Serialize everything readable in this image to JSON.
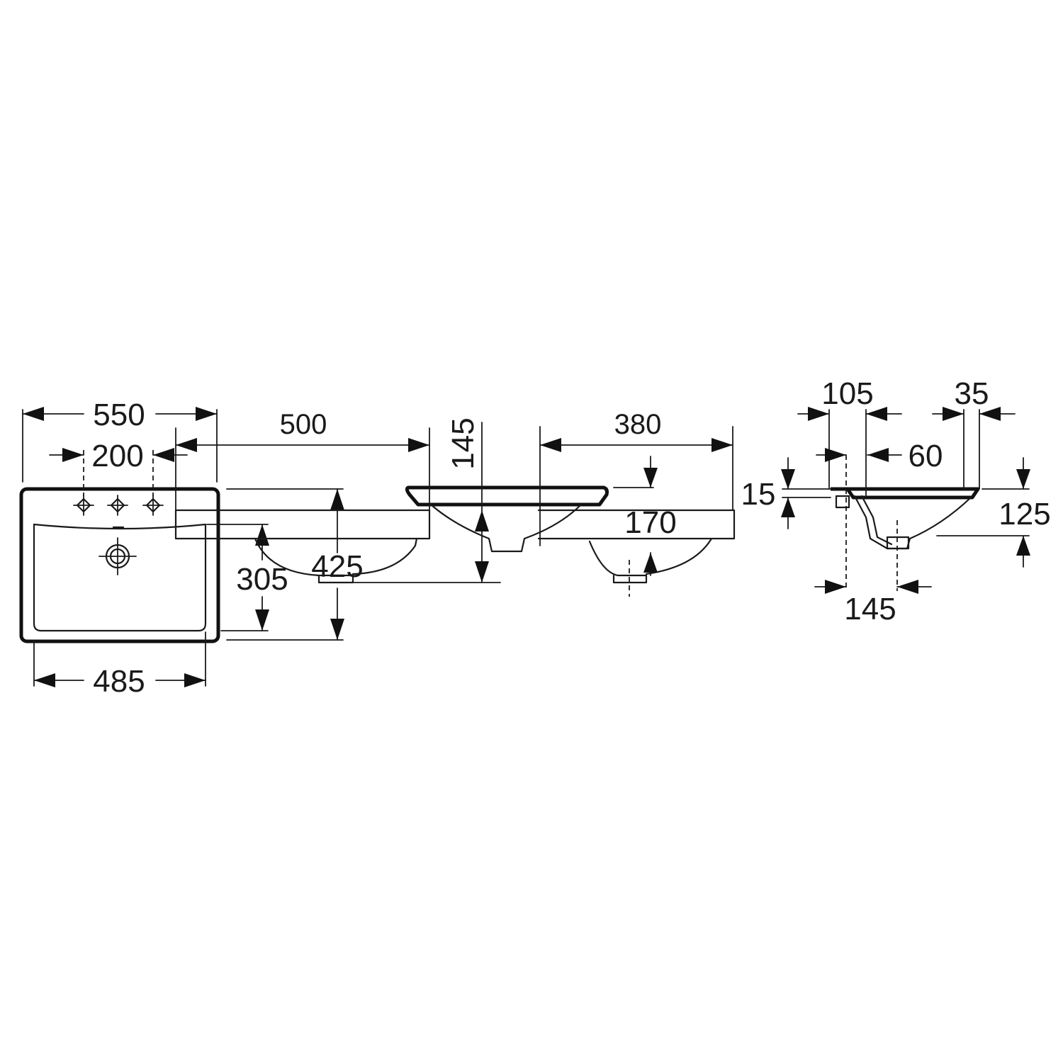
{
  "drawing": {
    "top_view": {
      "overall_width": "550",
      "tap_hole_spacing": "200",
      "inner_width": "485",
      "bowl_depth_top": "305",
      "overall_depth": "425",
      "overall_depth_alt": "500"
    },
    "front_view": {
      "height": "145",
      "width": "380",
      "bowl_section": "170"
    },
    "side_view": {
      "rim_thickness": "15",
      "rim_offset": "105",
      "edge": "35",
      "overflow": "60",
      "depth": "125",
      "drain_offset": "145"
    }
  }
}
